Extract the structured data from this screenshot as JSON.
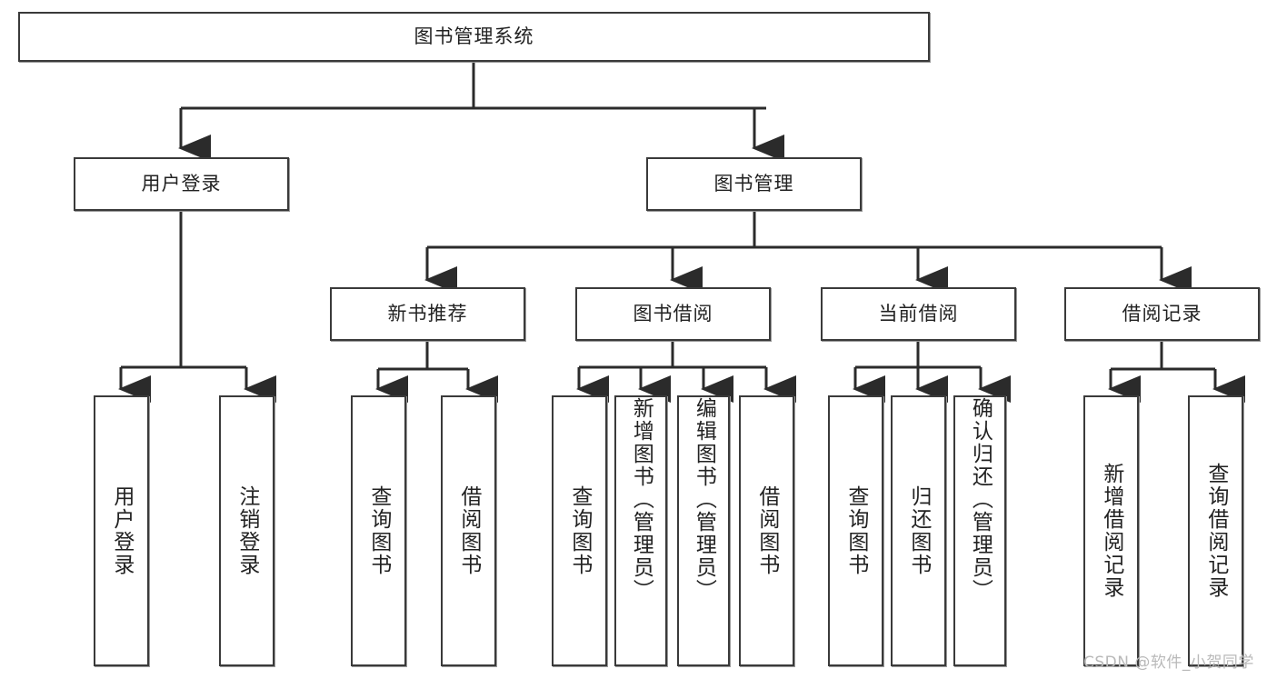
{
  "diagram": {
    "type": "tree",
    "title": "图书管理系统",
    "root": {
      "label": "图书管理系统"
    },
    "level2": [
      {
        "label": "用户登录"
      },
      {
        "label": "图书管理"
      }
    ],
    "level3": [
      {
        "label": "新书推荐"
      },
      {
        "label": "图书借阅"
      },
      {
        "label": "当前借阅"
      },
      {
        "label": "借阅记录"
      }
    ],
    "leaves": {
      "user_login": [
        {
          "label": "用户登录"
        },
        {
          "label": "注销登录"
        }
      ],
      "new_book_recommend": [
        {
          "label": "查询图书"
        },
        {
          "label": "借阅图书"
        }
      ],
      "book_borrow": [
        {
          "label": "查询图书"
        },
        {
          "label": "新增图书（管理员）"
        },
        {
          "label": "编辑图书（管理员）"
        },
        {
          "label": "借阅图书"
        }
      ],
      "current_borrow": [
        {
          "label": "查询图书"
        },
        {
          "label": "归还图书"
        },
        {
          "label": "确认归还（管理员）"
        }
      ],
      "borrow_record": [
        {
          "label": "新增借阅记录"
        },
        {
          "label": "查询借阅记录"
        }
      ]
    }
  },
  "watermark": {
    "text": "CSDN @软件_小贺同学"
  },
  "colors": {
    "border": "#3a3a3a",
    "background": "#ffffff",
    "text": "#222222",
    "watermark": "#b9b9b9",
    "edge": "#2b2b2b"
  }
}
